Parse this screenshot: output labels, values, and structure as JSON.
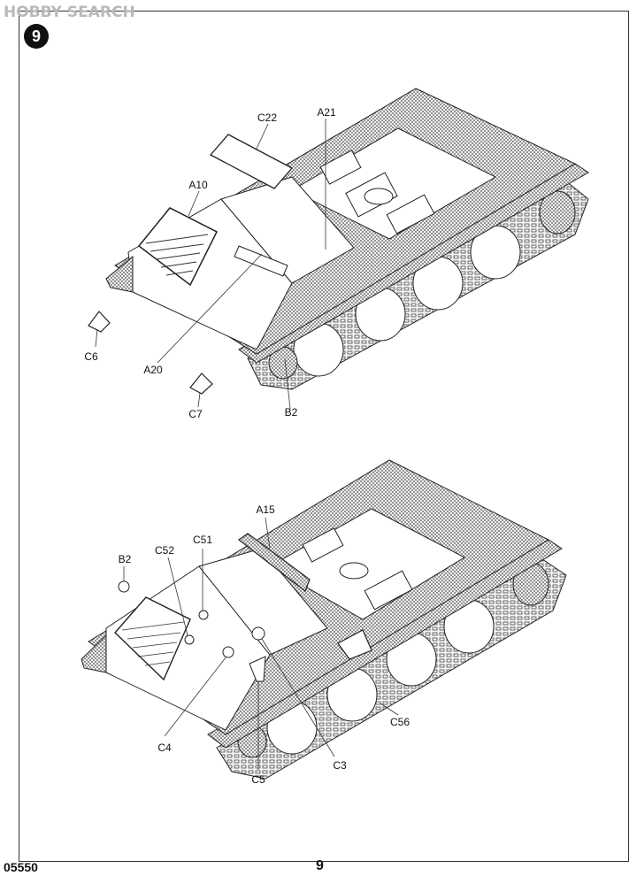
{
  "watermark": "HOBBY SEARCH",
  "step_number": "9",
  "diagram_top": {
    "labels": {
      "c22": "C22",
      "a21": "A21",
      "a10": "A10",
      "c6": "C6",
      "a20": "A20",
      "c7": "C7",
      "b2": "B2"
    }
  },
  "diagram_bottom": {
    "labels": {
      "a15": "A15",
      "b2": "B2",
      "c52": "C52",
      "c51": "C51",
      "c4": "C4",
      "c5": "C5",
      "c3": "C3",
      "c56": "C56"
    }
  },
  "footer": {
    "product_code": "05550",
    "page_number": "9"
  }
}
